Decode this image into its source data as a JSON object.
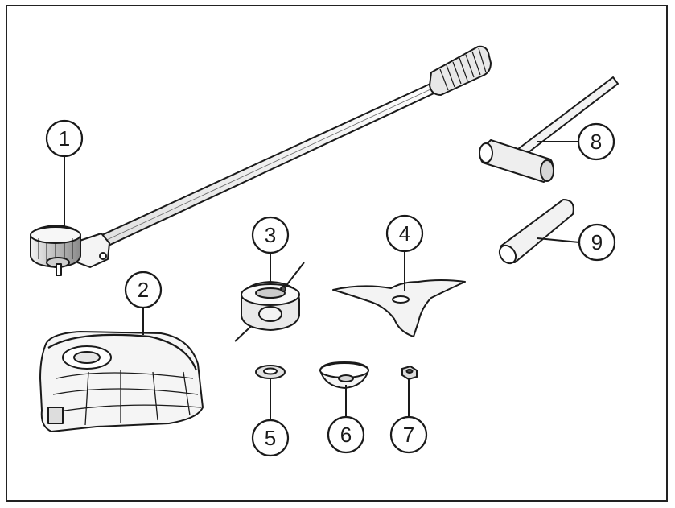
{
  "diagram": {
    "colors": {
      "line": "#1a1a1a",
      "fill": "#ffffff",
      "shade": "#d9d9d9",
      "dark": "#555555"
    },
    "callouts": [
      {
        "id": 1,
        "label": "1"
      },
      {
        "id": 2,
        "label": "2"
      },
      {
        "id": 3,
        "label": "3"
      },
      {
        "id": 4,
        "label": "4"
      },
      {
        "id": 5,
        "label": "5"
      },
      {
        "id": 6,
        "label": "6"
      },
      {
        "id": 7,
        "label": "7"
      },
      {
        "id": 8,
        "label": "8"
      },
      {
        "id": 9,
        "label": "9"
      }
    ]
  }
}
